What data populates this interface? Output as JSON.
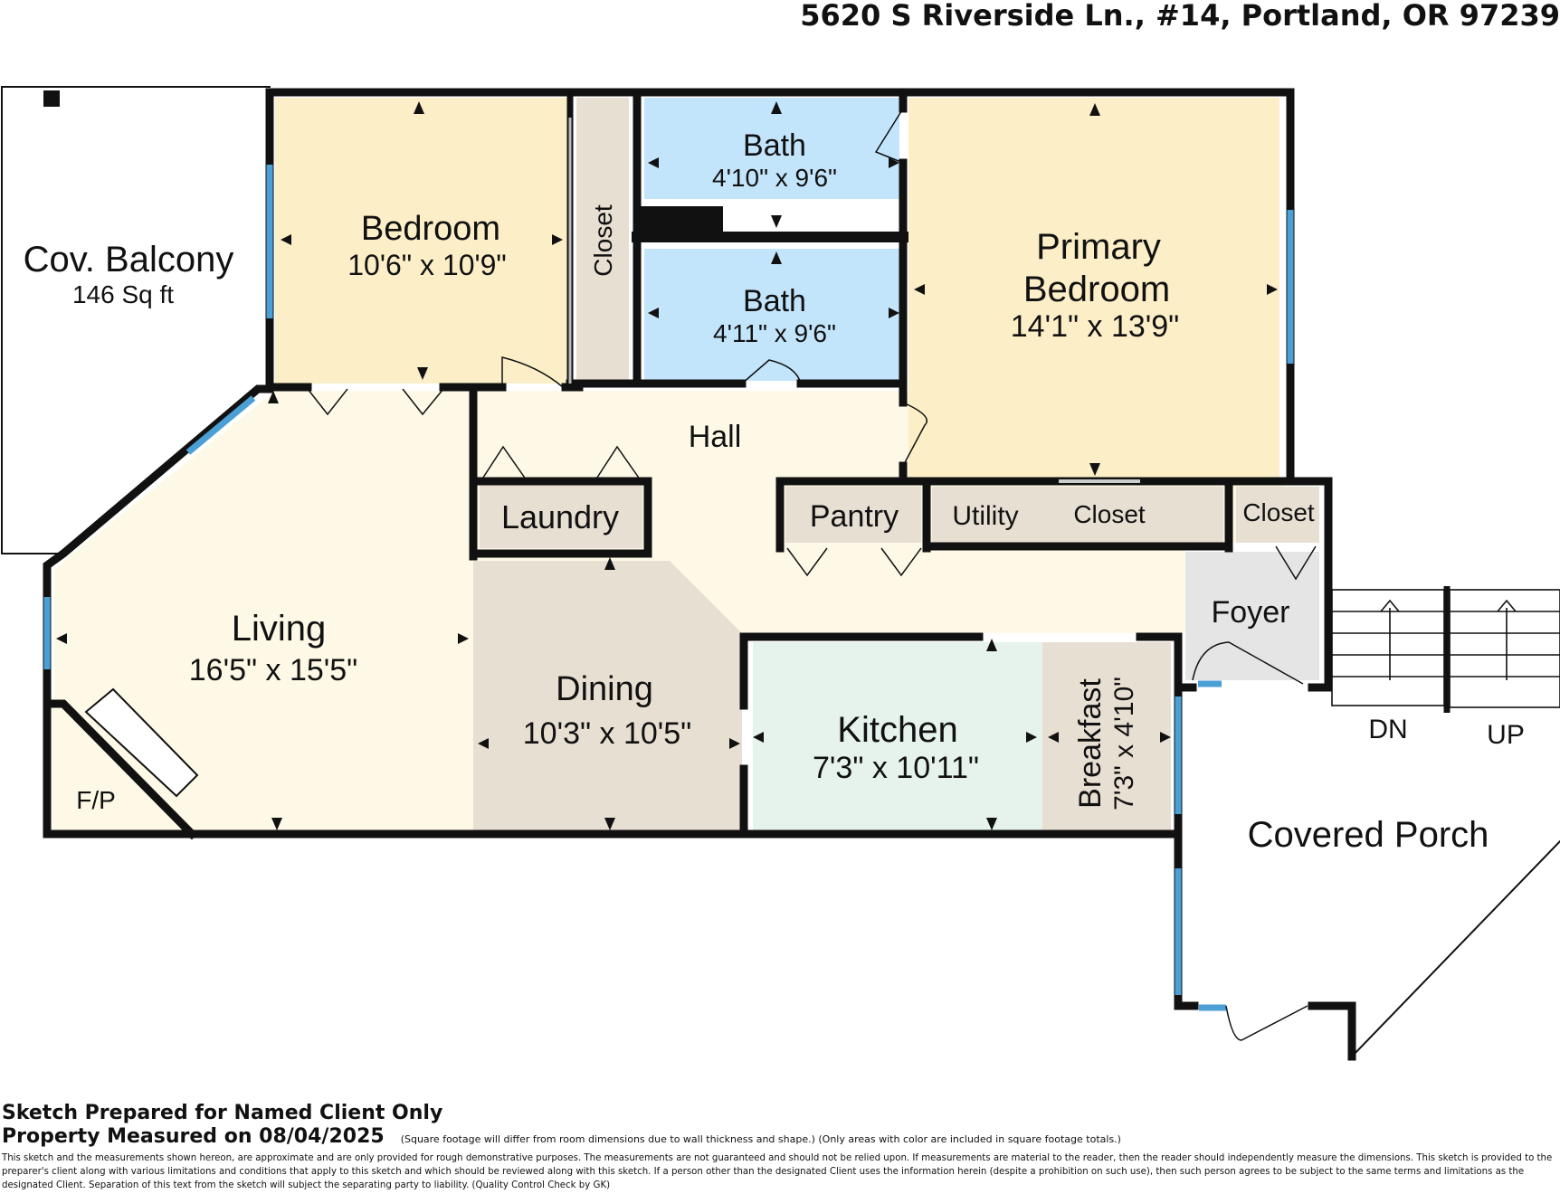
{
  "header": {
    "address": "5620 S Riverside Ln., #14, Portland, OR 97239"
  },
  "rooms": {
    "balcony": {
      "name": "Cov. Balcony",
      "area": "146 Sq ft"
    },
    "bedroom": {
      "name": "Bedroom",
      "dims": "10'6\" x 10'9\""
    },
    "closet_bed": {
      "name": "Closet"
    },
    "bath1": {
      "name": "Bath",
      "dims": "4'10\" x 9'6\""
    },
    "bath2": {
      "name": "Bath",
      "dims": "4'11\" x 9'6\""
    },
    "primary": {
      "name_line1": "Primary",
      "name_line2": "Bedroom",
      "dims": "14'1\" x 13'9\""
    },
    "hall": {
      "name": "Hall"
    },
    "laundry": {
      "name": "Laundry"
    },
    "pantry": {
      "name": "Pantry"
    },
    "utility": {
      "name": "Utility"
    },
    "closet_hall": {
      "name": "Closet"
    },
    "closet_foyer": {
      "name": "Closet"
    },
    "foyer": {
      "name": "Foyer"
    },
    "living": {
      "name": "Living",
      "dims": "16'5\" x 15'5\""
    },
    "fireplace": {
      "name": "F/P"
    },
    "dining": {
      "name": "Dining",
      "dims": "10'3\" x 10'5\""
    },
    "kitchen": {
      "name": "Kitchen",
      "dims": "7'3\" x 10'11\""
    },
    "breakfast": {
      "name": "Breakfast",
      "dims": "7'3\" x 4'10\""
    },
    "porch": {
      "name": "Covered Porch"
    },
    "stairs_dn": {
      "name": "DN"
    },
    "stairs_up": {
      "name": "UP"
    }
  },
  "colors": {
    "bedroom": "#fcefc8",
    "bath": "#c3e5fb",
    "hall": "#fef9e6",
    "storage": "#e8dfd3",
    "kitchen": "#e6f3ec",
    "foyer": "#e5e5e5",
    "wall": "#111111",
    "window": "#4a9fd4"
  },
  "footer": {
    "line1": "Sketch Prepared for Named Client Only",
    "line2": "Property Measured on 08/04/2025",
    "note": "(Square footage will differ from room dimensions due to wall thickness and shape.)  (Only areas with color are included in square footage totals.)",
    "disclaimer": "This sketch and the measurements shown hereon, are approximate and are only provided for rough demonstrative purposes.  The measurements are not guaranteed and should not be relied upon.  If measurements are material to the reader, then the reader should independently measure the dimensions.  This sketch is provided to the preparer's client along with various limitations and conditions that apply to this sketch and which should be reviewed along with this sketch.  If a person other than the designated Client uses the information herein (despite a prohibition on such use), then such person agrees to be subject to the same terms and limitations as the designated Client.  Separation of this text from the sketch will subject the separating party to liability.   (Quality Control Check by GK)"
  }
}
